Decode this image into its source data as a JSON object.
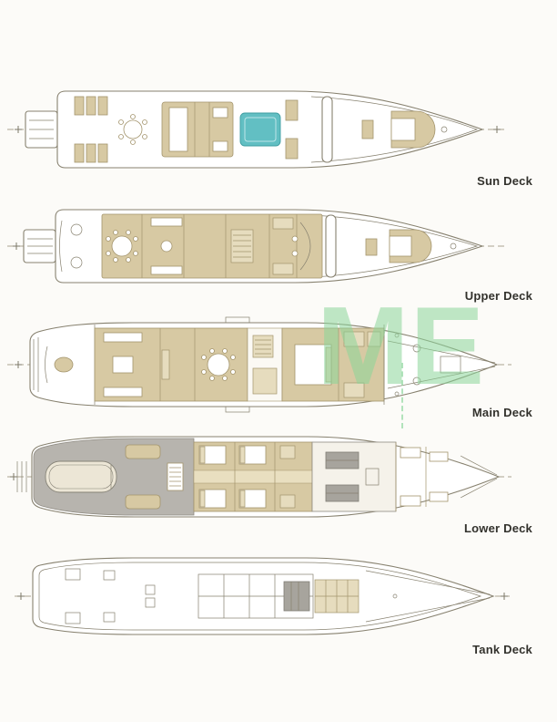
{
  "watermark": {
    "text": "ME"
  },
  "colors": {
    "line": "#87816f",
    "tan": "#d7c9a3",
    "tan_light": "#e6dcbe",
    "tan_stroke": "#a3946c",
    "gray": "#b7b4ae",
    "pool": "#62bfc3",
    "centerline": "#aaa391",
    "label": "#32312c",
    "watermark": "rgba(138,213,153,0.55)"
  },
  "decks": [
    {
      "id": "sun",
      "label": "Sun Deck"
    },
    {
      "id": "upper",
      "label": "Upper Deck"
    },
    {
      "id": "main",
      "label": "Main Deck"
    },
    {
      "id": "lower",
      "label": "Lower Deck"
    },
    {
      "id": "tank",
      "label": "Tank Deck"
    }
  ]
}
